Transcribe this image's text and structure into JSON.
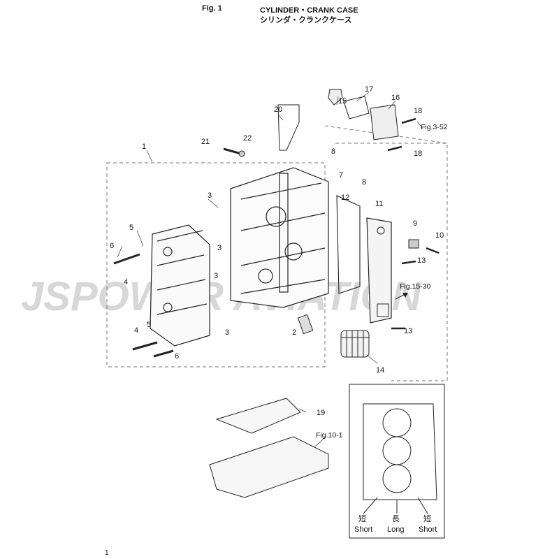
{
  "header": {
    "fig_label": "Fig. 1",
    "title_en": "CYLINDER・CRANK CASE",
    "title_jp": "シリンダ・クランクケース"
  },
  "page_number": "1",
  "watermark": "JSPOWER AVIATION",
  "callouts": [
    "1",
    "2",
    "3",
    "3",
    "3",
    "3",
    "4",
    "4",
    "5",
    "5",
    "6",
    "6",
    "7",
    "8",
    "8",
    "9",
    "10",
    "12",
    "11",
    "13",
    "13",
    "14",
    "15",
    "16",
    "17",
    "18",
    "18",
    "19",
    "20",
    "21",
    "22"
  ],
  "references": {
    "fig_3_52": "Fig.3-52",
    "fig_15_30": "Fig.15-30",
    "fig_10_1": "Fig.10-1"
  },
  "inset": {
    "left_jp": "短",
    "left_en": "Short",
    "mid_jp": "長",
    "mid_en": "Long",
    "right_jp": "短",
    "right_en": "Short"
  }
}
